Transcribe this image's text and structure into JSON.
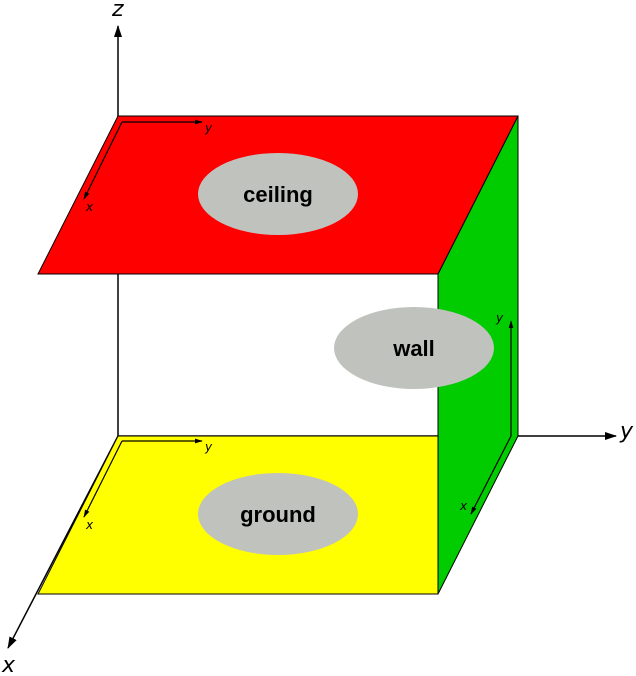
{
  "global_axes": {
    "x": "x",
    "y": "y",
    "z": "z"
  },
  "surfaces": {
    "ceiling": {
      "label": "ceiling",
      "color": "#ff0000",
      "local_axes": {
        "x": "x",
        "y": "y"
      }
    },
    "wall": {
      "label": "wall",
      "color": "#00cc00",
      "local_axes": {
        "x": "x",
        "y": "y"
      }
    },
    "ground": {
      "label": "ground",
      "color": "#ffff00",
      "local_axes": {
        "x": "x",
        "y": "y"
      }
    }
  },
  "label_background": "#c0c2be"
}
